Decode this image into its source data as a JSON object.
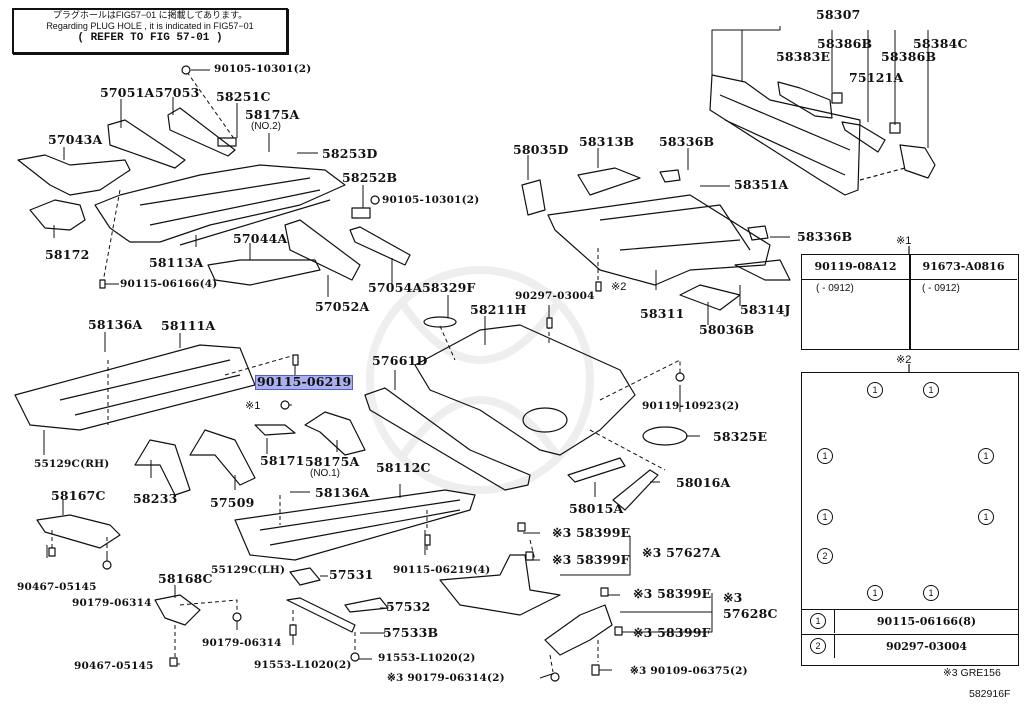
{
  "diagram": {
    "title_note": {
      "line1": "プラグホールはFIG57−01 に掲載してあります。",
      "line2": "Regarding PLUG HOLE , it is indicated in FIG57−01",
      "line3": "( REFER TO FIG 57-01 )"
    },
    "parts": {
      "p90105_top": "90105-10301(2)",
      "p57051A": "57051A",
      "p57053": "57053",
      "p58251C": "58251C",
      "p58175A_no2": "58175A",
      "p58175A_no2_sub": "(NO.2)",
      "p57043A": "57043A",
      "p58253D": "58253D",
      "p58252B": "58252B",
      "p90105_mid": "90105-10301(2)",
      "p58172": "58172",
      "p58113A": "58113A",
      "p57044A": "57044A",
      "p90115_06166": "90115-06166(4)",
      "p57052A": "57052A",
      "p57054A": "57054A",
      "p58307": "58307",
      "p58386B_1": "58386B",
      "p58384C": "58384C",
      "p58383E": "58383E",
      "p58386B_2": "58386B",
      "p75121A": "75121A",
      "p58035D": "58035D",
      "p58313B": "58313B",
      "p58336B_1": "58336B",
      "p58351A": "58351A",
      "p58336B_2": "58336B",
      "p90297_03004_a": "90297-03004",
      "p_ref2": "※2",
      "p58311": "58311",
      "p58314J": "58314J",
      "p58036B": "58036B",
      "p58329F": "58329F",
      "p58211H": "58211H",
      "p58136A_1": "58136A",
      "p58111A": "58111A",
      "p90115_06219_hl": "90115-06219",
      "p_ref1": "※1",
      "p57661D": "57661D",
      "p90119_10923": "90119-10923(2)",
      "p58325E": "58325E",
      "p55129C_RH": "55129C(RH)",
      "p58233": "58233",
      "p57509": "57509",
      "p58171": "58171",
      "p58175A_no1": "58175A",
      "p58175A_no1_sub": "(NO.1)",
      "p58112C": "58112C",
      "p58016A": "58016A",
      "p58015A": "58015A",
      "p58167C": "58167C",
      "p58136A_2": "58136A",
      "p58399E_1": "※3 58399E",
      "p58399F_1": "※3 58399F",
      "p57627A": "※3 57627A",
      "p55129C_LH": "55129C(LH)",
      "p57531": "57531",
      "p90115_06219_4": "90115-06219(4)",
      "p90467_05145_a": "90467-05145",
      "p90179_06314_a": "90179-06314",
      "p58168C": "58168C",
      "p57532": "57532",
      "p58399E_2": "※3 58399E",
      "p57628C_ref": "※3",
      "p57628C": "57628C",
      "p90179_06314_b": "90179-06314",
      "p57533B": "57533B",
      "p58399F_2": "※3 58399F",
      "p91553_a": "91553-L1020(2)",
      "p91553_b": "91553-L1020(2)",
      "p90467_05145_b": "90467-05145",
      "p90179_06314_c": "※3 90179-06314(2)",
      "p90109_06375": "※3 90109-06375(2)"
    },
    "inset1": {
      "ref": "※1",
      "columns": [
        {
          "part": "90119-08A12",
          "range": "(        - 0912)"
        },
        {
          "part": "91673-A0816",
          "range": "(        - 0912)"
        }
      ]
    },
    "inset2": {
      "ref": "※2",
      "callouts": [
        "1",
        "1",
        "1",
        "1",
        "1",
        "1",
        "2",
        "1",
        "1"
      ],
      "legend": [
        {
          "num": "1",
          "part": "90115-06166(8)"
        },
        {
          "num": "2",
          "part": "90297-03004"
        }
      ]
    },
    "footer": {
      "model_note": "※3 GRE156",
      "figure_code": "582916F"
    },
    "highlight_color": "#aab0ee"
  }
}
